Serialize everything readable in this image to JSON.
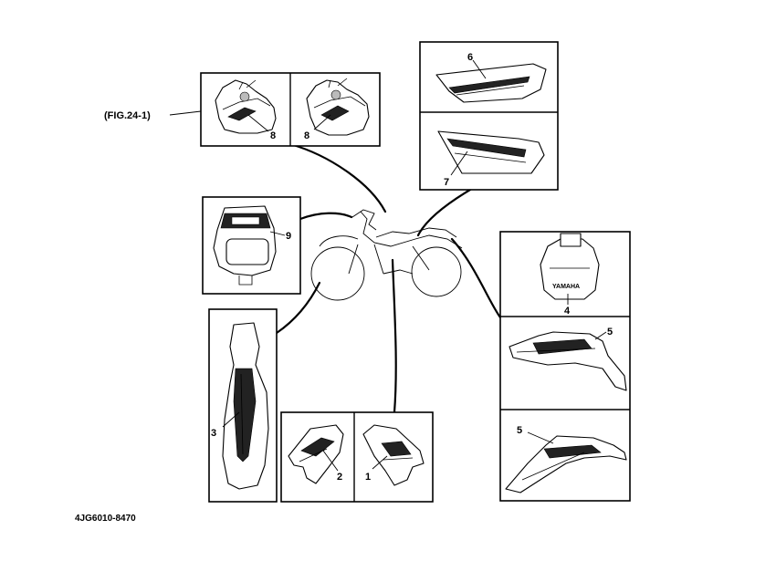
{
  "figure_ref": "(FIG.24-1)",
  "drawing_code": "4JG6010-8470",
  "callouts": {
    "c1": "1",
    "c2": "2",
    "c3": "3",
    "c4": "4",
    "c5a": "5",
    "c5b": "5",
    "c6": "6",
    "c7": "7",
    "c8a": "8",
    "c8b": "8",
    "c9": "9"
  },
  "emblem_text": "YAMAHA",
  "colors": {
    "line": "#000000",
    "background": "#ffffff"
  }
}
